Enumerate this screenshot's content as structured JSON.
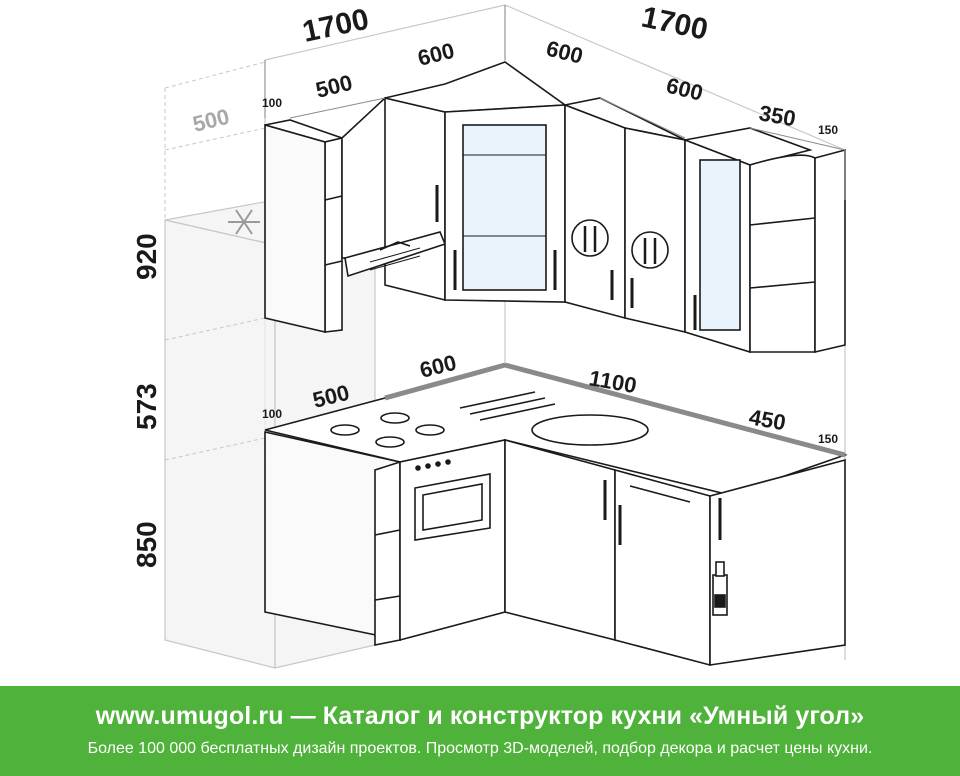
{
  "dimensions": {
    "top_left_length": "1700",
    "top_right_length": "1700",
    "left_upper_gap": "100",
    "left_upper_depth": "500",
    "left_upper_corner": "600",
    "right_upper_corner": "600",
    "right_upper_middle": "600",
    "right_upper_end": "350",
    "right_upper_gap": "150",
    "fridge_depth": "500",
    "height_upper": "920",
    "height_middle": "573",
    "height_lower": "850",
    "left_lower_corner": "600",
    "left_lower_gap": "100",
    "left_lower_depth": "500",
    "right_lower_middle": "1100",
    "right_lower_end": "450",
    "right_lower_gap": "150"
  },
  "footer": {
    "title": "www.umugol.ru  —  Каталог и конструктор кухни «Умный угол»",
    "subtitle": "Более 100 000 бесплатных дизайн проектов. Просмотр 3D-моделей, подбор декора и расчет цены кухни."
  },
  "colors": {
    "footer_bg": "#4fb23a",
    "line": "#1a1a1a",
    "ghost": "#c8c8c8",
    "glass": "#e8f3fb"
  }
}
